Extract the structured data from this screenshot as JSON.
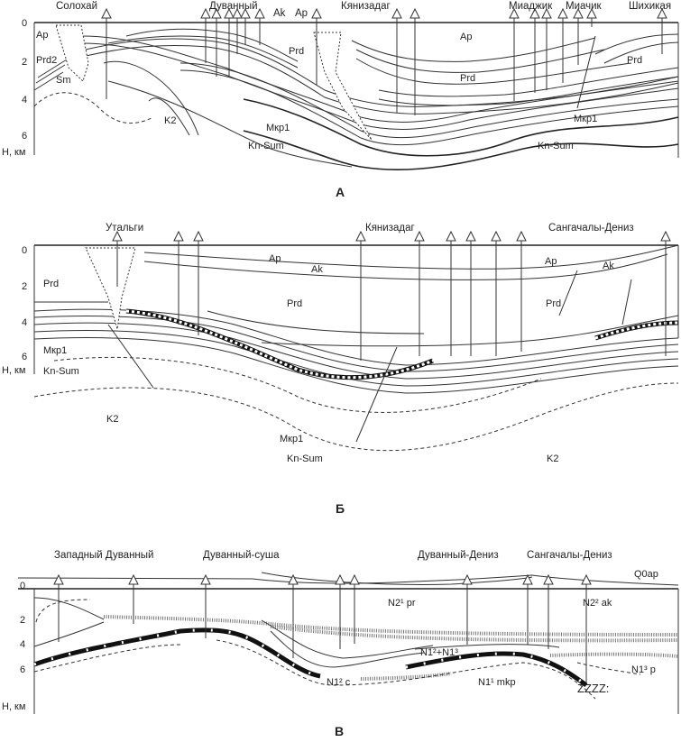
{
  "axis": {
    "ticks": [
      "0",
      "2",
      "4",
      "6"
    ],
    "unit_label": "H, км"
  },
  "panel_a": {
    "title": "А",
    "wells": [
      "Солохай",
      "Дуванный",
      "Ak",
      "Ap",
      "Кянизадаг",
      "Миаджик",
      "Миачик",
      "Шихикая"
    ],
    "units": [
      "Ap",
      "Prd2",
      "Sm",
      "K2",
      "Prd",
      "Ap",
      "Prd",
      "Prd",
      "Mкр1",
      "Mкр1",
      "Kn-Sum",
      "Kn-Sum"
    ]
  },
  "panel_b": {
    "title": "Б",
    "wells": [
      "Утальги",
      "Кянизадаг",
      "Сангачалы-Дениз"
    ],
    "units": [
      "Prd",
      "Ap",
      "Ak",
      "Prd",
      "Ap",
      "Ak",
      "Prd",
      "Mкр1",
      "Kn-Sum",
      "K2",
      "Mкр1",
      "Kn-Sum",
      "K2"
    ]
  },
  "panel_c": {
    "title": "В",
    "wells": [
      "Западный Дуванный",
      "Дуванный-суша",
      "Дуванный-Дениз",
      "Сангачалы-Дениз"
    ],
    "units": [
      "Q0ap",
      "N2¹ pr",
      "N2² ak",
      "N1²+N1³",
      "N1³ p",
      "N1² c",
      "N1¹ mkp"
    ]
  }
}
